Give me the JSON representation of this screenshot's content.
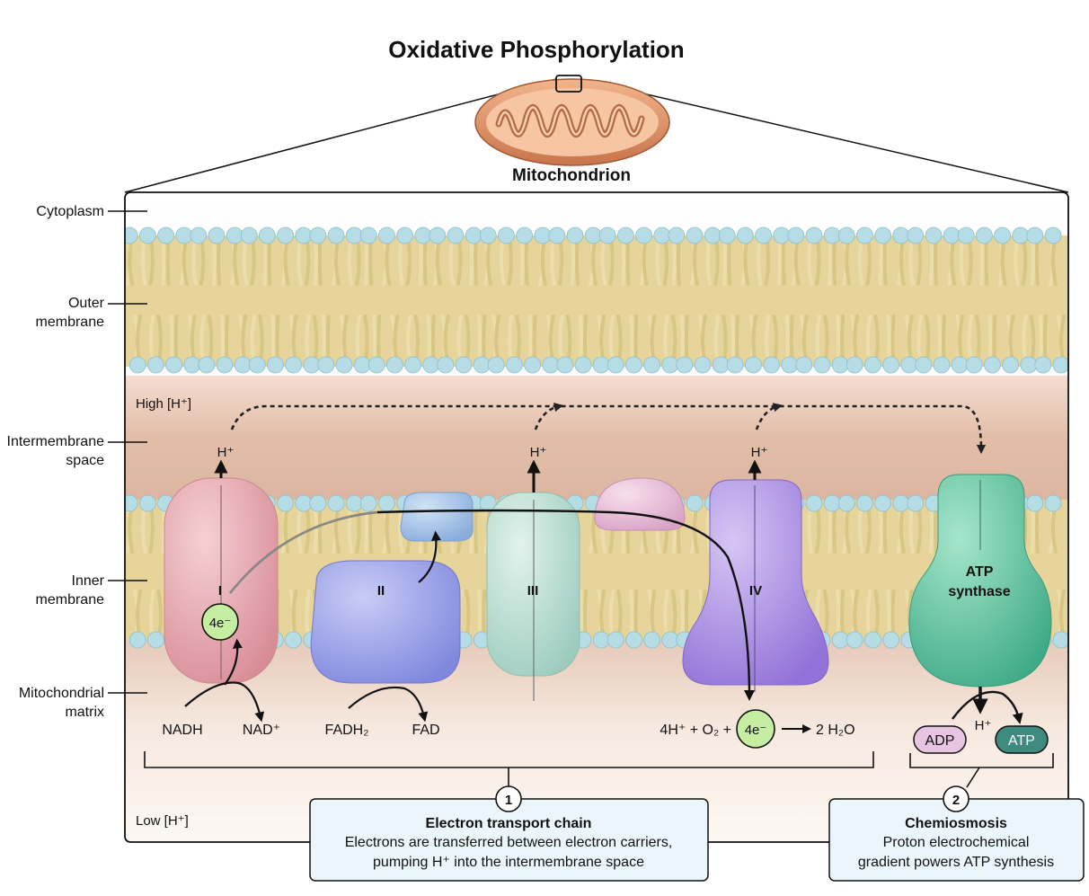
{
  "title": "Oxidative Phosphorylation",
  "mitochondrion_label": "Mitochondrion",
  "left_labels": {
    "cytoplasm": "Cytoplasm",
    "outer_line1": "Outer",
    "outer_line2": "membrane",
    "inter_line1": "Intermembrane",
    "inter_line2": "space",
    "inner_line1": "Inner",
    "inner_line2": "membrane",
    "matrix_line1": "Mitochondrial",
    "matrix_line2": "matrix"
  },
  "gradient": {
    "high": "High [H⁺]",
    "low": "Low [H⁺]"
  },
  "protons": {
    "h": "H⁺"
  },
  "complexes": {
    "i": "I",
    "ii": "II",
    "iii": "III",
    "iv": "IV",
    "atp_line1": "ATP",
    "atp_line2": "synthase"
  },
  "electrons": {
    "four_e": "4e⁻"
  },
  "reactions": {
    "nadh": "NADH",
    "nad": "NAD⁺",
    "fadh2": "FADH₂",
    "fad": "FAD",
    "oxygen_eq": "4H⁺ + O₂ +",
    "water": "2 H₂O",
    "adp": "ADP",
    "atp": "ATP"
  },
  "callouts": {
    "one_num": "1",
    "one_title": "Electron transport chain",
    "one_line1": "Electrons are transferred between electron carriers,",
    "one_line2": "pumping H⁺ into the intermembrane space",
    "two_num": "2",
    "two_title": "Chemiosmosis",
    "two_line1": "Proton electrochemical",
    "two_line2": "gradient powers ATP synthesis"
  },
  "colors": {
    "complex_i": "#e8a6ae",
    "complex_ii": "#9ea6ea",
    "mobile_carrier": "#a6c6ea",
    "complex_iii": "#bfe0d6",
    "cytochrome_c": "#ecc2de",
    "complex_iv": "#b49ae6",
    "atp_synthase": "#6ec9a6",
    "electron_badge": "#c6eea2",
    "adp_badge": "#e6c4e2",
    "atp_badge": "#3e8a7e",
    "lipid_head": "#b6dde6",
    "lipid_tail": "#ecdeaa",
    "callout_fill": "#eaf6fc"
  }
}
